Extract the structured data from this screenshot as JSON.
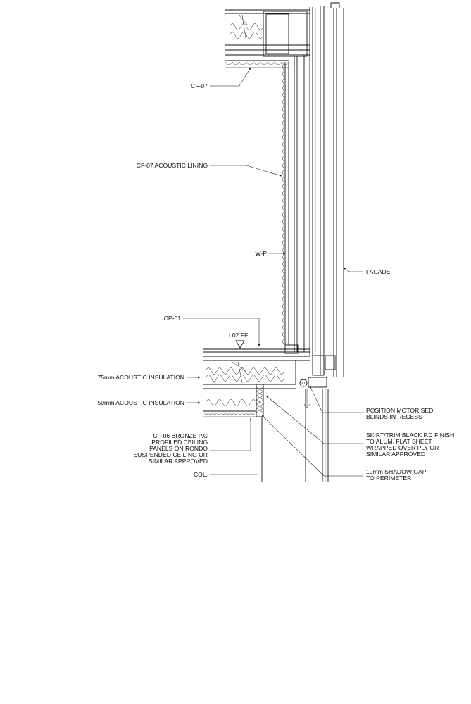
{
  "labels": {
    "cf07": "CF-07",
    "cf07_lining": "CF-07 ACOUSTIC LINING",
    "wp": "W-P",
    "facade": "FACADE",
    "cp01": "CP-01",
    "l02_ffl": "L02 FFL",
    "ins_75": "75mm ACOUSTIC INSULATION",
    "ins_50": "50mm ACOUSTIC INSULATION",
    "cf06": [
      "CF-06 BRONZE P.C",
      "PROFILED  CEILING",
      "PANELS ON RONDO",
      "SUSPENDED CEILING OR",
      "SIMILAR APPROVED"
    ],
    "col": "COL.",
    "blinds": [
      "POSITION MOTORISED",
      "BLINDS IN RECESS"
    ],
    "skirt": [
      "SKIRT/TRIM BLACK P.C FINISH",
      "TO ALUM. FLAT SHEET",
      "WRAPPED OVER PLY OR",
      "SIMILAR APPROVED"
    ],
    "shadow_gap": [
      "10mm SHADOW GAP",
      "TO PERIMETER"
    ]
  }
}
